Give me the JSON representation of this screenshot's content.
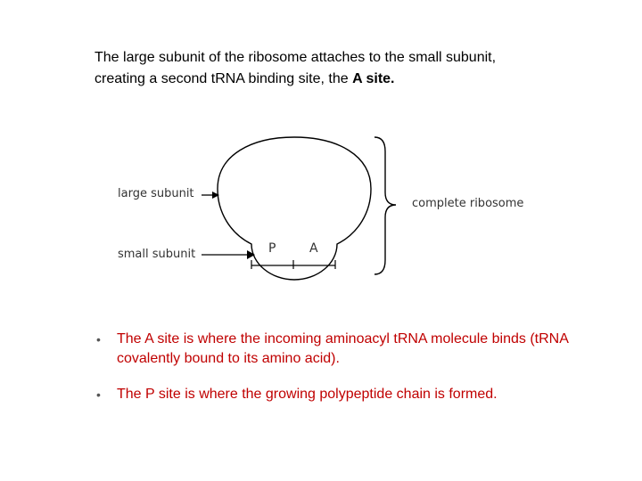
{
  "intro": {
    "line1": "The large subunit of the ribosome attaches to the small subunit,",
    "line2_prefix": "creating a second tRNA binding site, the ",
    "line2_bold": "A site."
  },
  "diagram": {
    "large_subunit_label": "large subunit",
    "small_subunit_label": "small subunit",
    "complete_label": "complete ribosome",
    "p_site_label": "P",
    "a_site_label": "A"
  },
  "bullets": [
    {
      "marker": "•",
      "text": "The A site is where the incoming aminoacyl tRNA molecule binds (tRNA covalently bound to its amino acid)."
    },
    {
      "marker": "•",
      "text": "The P site is where the growing polypeptide chain is formed."
    }
  ],
  "colors": {
    "bullet_text": "#c00000",
    "diagram_stroke": "#000000"
  }
}
